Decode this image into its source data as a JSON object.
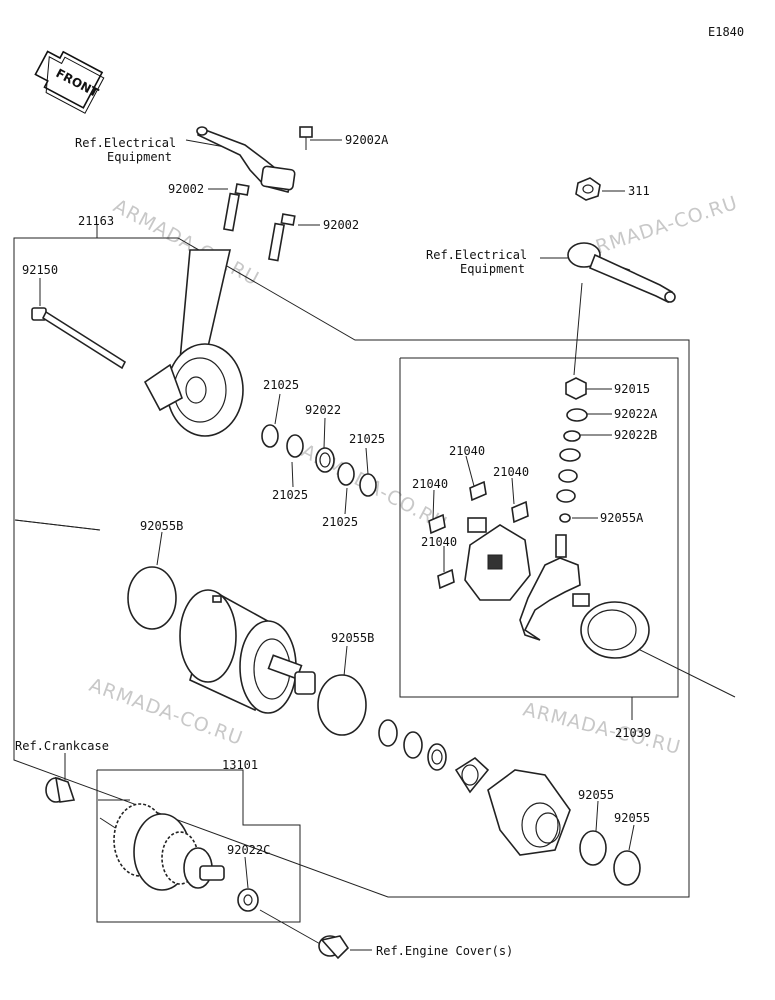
{
  "diagram_code": "E1840",
  "front_label": "FRONT",
  "watermark": "ARMADA-CO.RU",
  "refs": {
    "electrical_1": [
      "Ref.Electrical",
      "Equipment"
    ],
    "electrical_2": [
      "Ref.Electrical",
      "Equipment"
    ],
    "crankcase": "Ref.Crankcase",
    "engine_cover": "Ref.Engine Cover(s)"
  },
  "parts": {
    "p92002A": "92002A",
    "p92002_a": "92002",
    "p92002_b": "92002",
    "p21163": "21163",
    "p92150": "92150",
    "p311": "311",
    "p92015": "92015",
    "p92022A": "92022A",
    "p92022B": "92022B",
    "p92055A": "92055A",
    "p21025_1": "21025",
    "p92022": "92022",
    "p21025_2": "21025",
    "p21025_3": "21025",
    "p21025_4": "21025",
    "p21040_1": "21040",
    "p21040_2": "21040",
    "p21040_3": "21040",
    "p21040_4": "21040",
    "p92055B_1": "92055B",
    "p92055B_2": "92055B",
    "p21039": "21039",
    "p13101": "13101",
    "p92022C": "92022C",
    "p92055_1": "92055",
    "p92055_2": "92055"
  }
}
